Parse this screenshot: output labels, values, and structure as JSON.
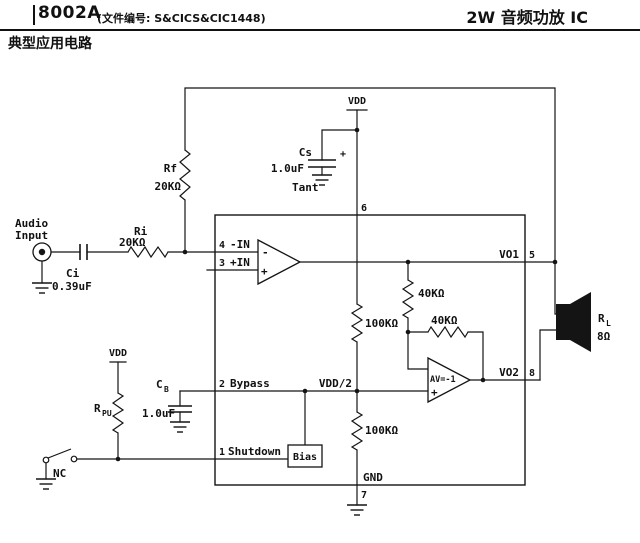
{
  "header": {
    "part_number": "8002A",
    "doc_note": "(文件编号: S&CICS&CIC1448)",
    "product_title": "2W 音频功放 IC",
    "section_title": "典型应用电路"
  },
  "schematic": {
    "power": {
      "vdd_top": "VDD",
      "vdd_pullup": "VDD",
      "vdd_half": "VDD/2",
      "gnd": "GND"
    },
    "input": {
      "audio_line1": "Audio",
      "audio_line2": "Input",
      "nc_label": "NC"
    },
    "components": {
      "rf": {
        "name": "Rf",
        "value": "20KΩ"
      },
      "ri": {
        "name": "Ri",
        "value": "20KΩ"
      },
      "ci": {
        "name": "Ci",
        "value": "0.39uF"
      },
      "cs": {
        "name": "Cs",
        "value": "1.0uF",
        "dielectric": "Tant",
        "polarity": "+"
      },
      "cb": {
        "name": "C",
        "sub": "B",
        "value": "1.0uF"
      },
      "rpu": {
        "name": "R",
        "sub": "PU"
      },
      "rl": {
        "name": "R",
        "sub": "L",
        "value": "8Ω"
      },
      "r40k_in": {
        "value": "40KΩ"
      },
      "r40k_fb": {
        "value": "40KΩ"
      },
      "r100k_top": {
        "value": "100KΩ"
      },
      "r100k_bot": {
        "value": "100KΩ"
      },
      "bias": {
        "label": "Bias"
      }
    },
    "opamp1": {
      "minus": "-",
      "plus": "+"
    },
    "opamp2": {
      "gain": "AV=-1",
      "plus": "+"
    },
    "pins": {
      "p1": {
        "num": "1",
        "label": "Shutdown"
      },
      "p2": {
        "num": "2",
        "label": "Bypass"
      },
      "p3": {
        "num": "3",
        "label": "+IN"
      },
      "p4": {
        "num": "4",
        "label": "-IN"
      },
      "p5": {
        "num": "5",
        "label": "VO1"
      },
      "p6": {
        "num": "6"
      },
      "p7": {
        "num": "7"
      },
      "p8": {
        "num": "8",
        "label": "VO2"
      }
    }
  }
}
